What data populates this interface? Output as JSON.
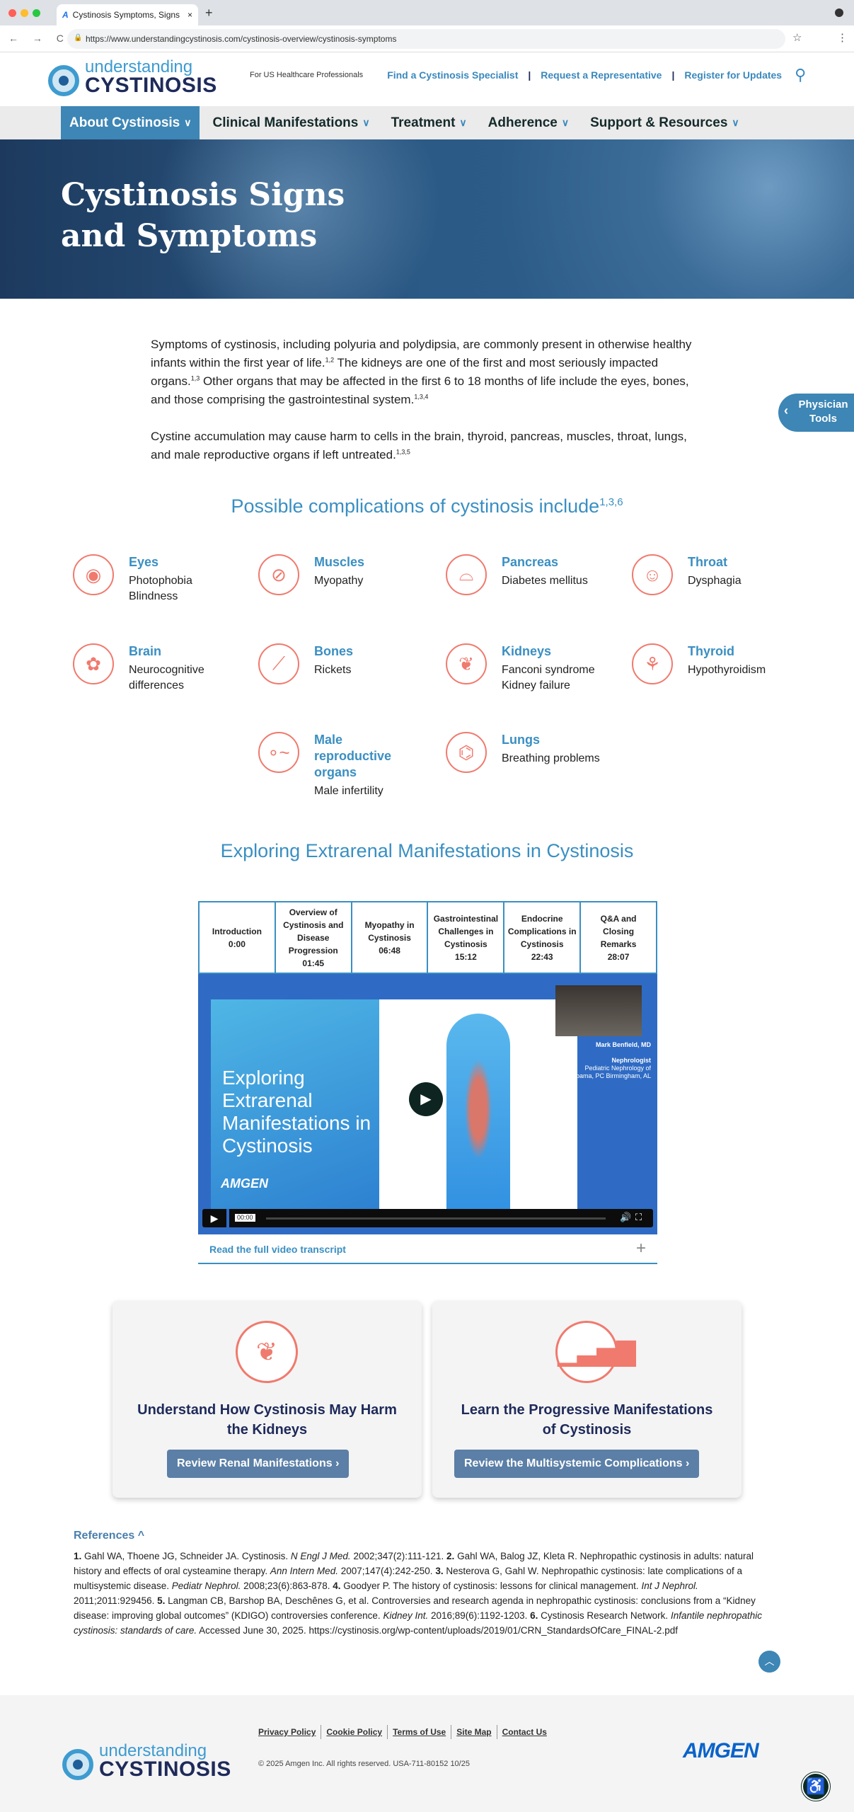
{
  "browser": {
    "tab_title": "Cystinosis Symptoms, Signs",
    "tab_close": "×",
    "new_tab": "+",
    "url": "https://www.understandingcystinosis.com/cystinosis-overview/cystinosis-symptoms",
    "nav": "← → C"
  },
  "header": {
    "logo_top": "understanding",
    "logo_bottom": "CYSTINOSIS",
    "hcp": "For US Healthcare Professionals",
    "links": [
      "Find a Cystinosis Specialist",
      "Request a Representative",
      "Register for Updates"
    ],
    "sep": "|"
  },
  "nav": [
    "About Cystinosis",
    "Clinical Manifestations",
    "Treatment",
    "Adherence",
    "Support & Resources"
  ],
  "hero": {
    "title_line1": "Cystinosis Signs",
    "title_line2": "and Symptoms"
  },
  "intro": {
    "p1a": "Symptoms of cystinosis, including polyuria and polydipsia, are commonly present in otherwise healthy infants within the first year of life.",
    "p1a_sup": "1,2",
    "p1b": " The kidneys are one of the first and most seriously impacted organs.",
    "p1b_sup": "1,3",
    "p1c": " Other organs that may be affected in the first 6 to 18 months of life include the eyes, bones, and those comprising the gastrointestinal system.",
    "p1c_sup": "1,3,4",
    "p2": "Cystine accumulation may cause harm to cells in the brain, thyroid, pancreas, muscles, throat, lungs, and male reproductive organs if left untreated.",
    "p2_sup": "1,3,5"
  },
  "physician_tools": {
    "line1": "Physician",
    "line2": "Tools"
  },
  "complications": {
    "heading": "Possible complications of cystinosis include",
    "heading_sup": "1,3,6",
    "items": [
      {
        "title": "Eyes",
        "desc": [
          "Photophobia",
          "Blindness"
        ],
        "icon": "eye-icon"
      },
      {
        "title": "Muscles",
        "desc": [
          "Myopathy"
        ],
        "icon": "muscle-icon"
      },
      {
        "title": "Pancreas",
        "desc": [
          "Diabetes mellitus"
        ],
        "icon": "pancreas-icon"
      },
      {
        "title": "Throat",
        "desc": [
          "Dysphagia"
        ],
        "icon": "throat-icon"
      },
      {
        "title": "Brain",
        "desc": [
          "Neurocognitive",
          "differences"
        ],
        "icon": "brain-icon"
      },
      {
        "title": "Bones",
        "desc": [
          "Rickets"
        ],
        "icon": "bone-icon"
      },
      {
        "title": "Kidneys",
        "desc": [
          "Fanconi syndrome",
          "Kidney failure"
        ],
        "icon": "kidney-icon"
      },
      {
        "title": "Thyroid",
        "desc": [
          "Hypothyroidism"
        ],
        "icon": "thyroid-icon"
      },
      {
        "title": "Male reproductive organs",
        "desc": [
          "Male infertility"
        ],
        "icon": "sperm-icon"
      },
      {
        "title": "Lungs",
        "desc": [
          "Breathing problems"
        ],
        "icon": "lungs-icon"
      }
    ]
  },
  "video": {
    "heading": "Exploring Extrarenal Manifestations in Cystinosis",
    "chapters": [
      {
        "title": "Introduction",
        "time": "0:00"
      },
      {
        "title": "Overview of Cystinosis and Disease Progression",
        "time": "01:45"
      },
      {
        "title": "Myopathy in Cystinosis",
        "time": "06:48"
      },
      {
        "title": "Gastrointestinal Challenges in Cystinosis",
        "time": "15:12"
      },
      {
        "title": "Endocrine Complications in Cystinosis",
        "time": "22:43"
      },
      {
        "title": "Q&A and Closing Remarks",
        "time": "28:07"
      }
    ],
    "slide_title": "Exploring Extrarenal Manifestations in Cystinosis",
    "slide_brand": "AMGEN",
    "speaker_name": "Mark Benfield, MD",
    "speaker_role": "Nephrologist",
    "speaker_org": "Pediatric Nephrology of Alabama, PC Birmingham, AL",
    "current_time": "00:00",
    "progress": 0,
    "transcript": "Read the full video transcript",
    "transcript_toggle": "+"
  },
  "cards": [
    {
      "title": "Understand How Cystinosis May Harm the Kidneys",
      "button": "Review Renal Manifestations ›",
      "icon": "kidney-icon"
    },
    {
      "title": "Learn the Progressive Manifestations of Cystinosis",
      "button": "Review the Multisystemic Complications ›",
      "icon": "bar-chart-icon"
    }
  ],
  "references": {
    "heading": "References ^",
    "items": [
      {
        "n": "1.",
        "text": " Gahl WA, Thoene JG, Schneider JA. Cystinosis. ",
        "journal": "N Engl J Med.",
        "rest": " 2002;347(2):111-121. "
      },
      {
        "n": "2.",
        "text": " Gahl WA, Balog JZ, Kleta R. Nephropathic cystinosis in adults: natural history and effects of oral cysteamine therapy. ",
        "journal": "Ann Intern Med.",
        "rest": " 2007;147(4):242-250. "
      },
      {
        "n": "3.",
        "text": " Nesterova G, Gahl W. Nephropathic cystinosis: late complications of a multisystemic disease. ",
        "journal": "Pediatr Nephrol.",
        "rest": " 2008;23(6):863-878. "
      },
      {
        "n": "4.",
        "text": " Goodyer P. The history of cystinosis: lessons for clinical management. ",
        "journal": "Int J Nephrol.",
        "rest": " 2011;2011:929456. "
      },
      {
        "n": "5.",
        "text": " Langman CB, Barshop BA, Deschênes G, et al. Controversies and research agenda in nephropathic cystinosis: conclusions from a “Kidney disease: improving global outcomes” (KDIGO) controversies conference. ",
        "journal": "Kidney Int.",
        "rest": " 2016;89(6):1192-1203. "
      },
      {
        "n": "6.",
        "text": " Cystinosis Research Network. ",
        "journal": "Infantile nephropathic cystinosis: standards of care.",
        "rest": " Accessed June 30, 2025. https://cystinosis.org/wp-content/uploads/2019/01/CRN_StandardsOfCare_FINAL-2.pdf"
      }
    ]
  },
  "footer": {
    "links": [
      "Privacy Policy",
      "Cookie Policy",
      "Terms of Use",
      "Site Map",
      "Contact Us"
    ],
    "copyright": "© 2025 Amgen Inc. All rights reserved. USA-711-80152 10/25",
    "amgen": "AMGEN"
  },
  "colors": {
    "accent": "#3d86b5",
    "heading": "#3a8fc2",
    "navy": "#1e2a5a",
    "coral": "#f07a6e"
  }
}
